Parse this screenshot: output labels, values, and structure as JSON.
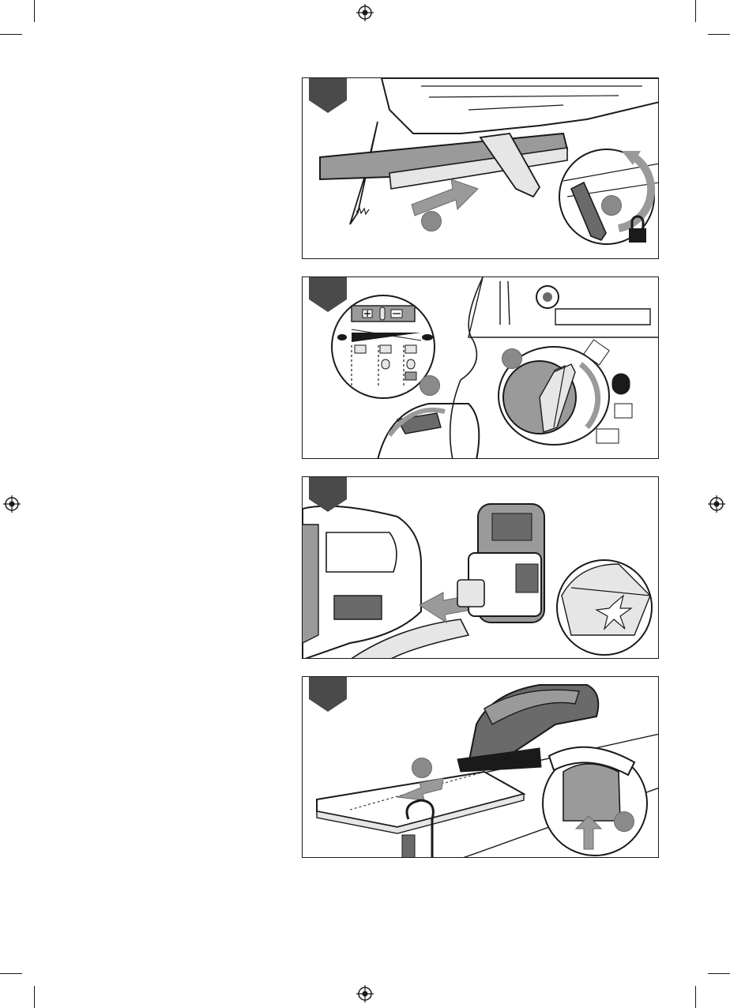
{
  "document": {
    "type": "instruction-manual-figure-page",
    "panels": [
      {
        "id": "panel-1",
        "subject": "attach-dust-guide-and-lock-lever",
        "has_step_dots": 2,
        "icons": [
          "arrow-icon",
          "lock-icon"
        ]
      },
      {
        "id": "panel-2",
        "subject": "speed-and-orbital-setting",
        "has_step_dots": 2,
        "icons": [
          "plus-icon",
          "minus-icon",
          "rabbit-icon",
          "turtle-icon",
          "material-icon"
        ]
      },
      {
        "id": "panel-3",
        "subject": "insert-battery-pack",
        "has_step_dots": 0,
        "icons": [
          "arrow-icon",
          "click-icon"
        ]
      },
      {
        "id": "panel-4",
        "subject": "cutting-workpiece-with-clamp",
        "has_step_dots": 2,
        "icons": [
          "arrow-icon",
          "arrow-up-icon"
        ]
      }
    ],
    "colors": {
      "ink": "#1a1a1a",
      "tab": "#4a4a4a",
      "step": "#8a8a8a",
      "fill_light": "#e6e6e6",
      "fill_mid": "#9a9a9a"
    }
  }
}
